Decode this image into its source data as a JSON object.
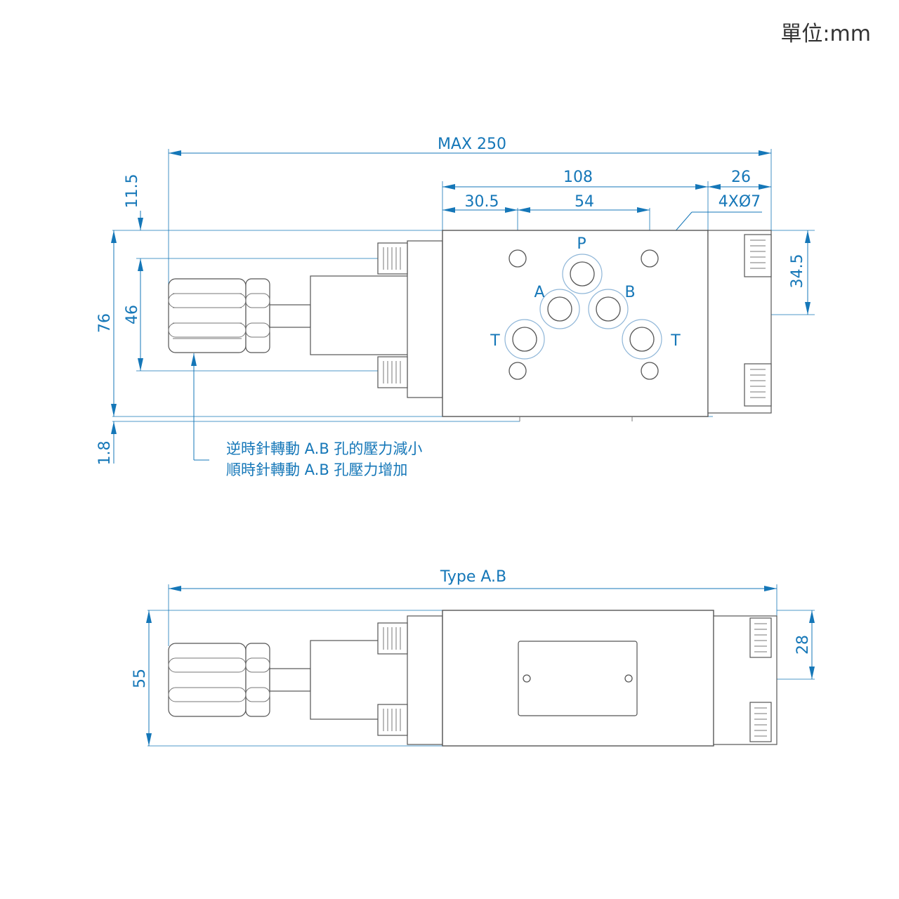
{
  "unit_label": "單位:mm",
  "top_view": {
    "dimensions": {
      "overall_length": "MAX 250",
      "body_length": "108",
      "right_part": "26",
      "port_offset": "30.5",
      "hole_spacing": "54",
      "mount_holes": "4XØ7",
      "top_offset": "11.5",
      "overall_height": "76",
      "knob_span": "46",
      "bottom_offset": "1.8",
      "right_height": "34.5"
    },
    "ports": {
      "p": "P",
      "a": "A",
      "b": "B",
      "t_left": "T",
      "t_right": "T"
    },
    "note_line1": "逆時針轉動 A.B 孔的壓力減小",
    "note_line2": "順時針轉動 A.B 孔壓力增加"
  },
  "side_view": {
    "title": "Type A.B",
    "height": "55",
    "right_height": "28"
  },
  "colors": {
    "dimension": "#1577b8",
    "outline": "#555555",
    "text": "#333333"
  }
}
